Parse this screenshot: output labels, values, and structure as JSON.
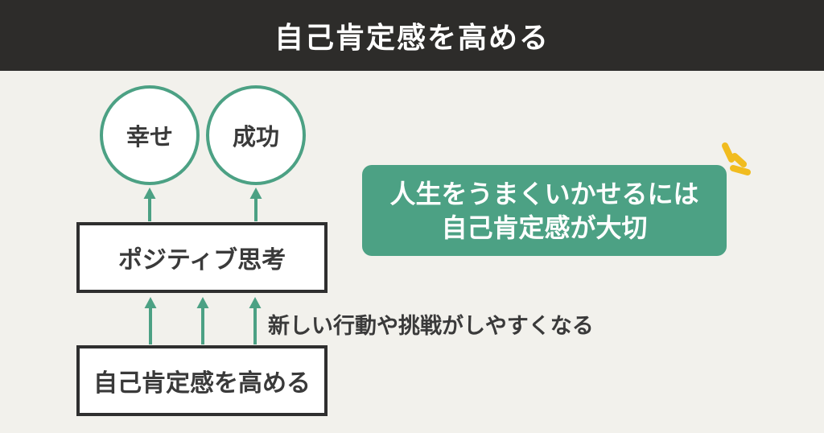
{
  "header": {
    "title": "自己肯定感を高める",
    "bg_color": "#2D2C2A",
    "text_color": "#FFFFFF"
  },
  "diagram": {
    "circles": [
      {
        "label": "幸せ"
      },
      {
        "label": "成功"
      }
    ],
    "positive_box": {
      "label": "ポジティブ思考"
    },
    "base_box": {
      "label": "自己肯定感を高める"
    },
    "arrow_note": "新しい行動や挑戦がしやすくなる",
    "arrow_count_bottom": 3,
    "arrow_count_top": 2
  },
  "callout": {
    "line1": "人生をうまくいかせるには",
    "line2": "自己肯定感が大切",
    "bg_color": "#4CA184",
    "text_color": "#FFFFFF"
  },
  "icons": {
    "emphasis": "sparkle-emphasis-icon"
  },
  "colors": {
    "background": "#F2F1EC",
    "arrow_green": "#4CA184",
    "box_border": "#2F2F2F",
    "accent_yellow": "#F1BC1F",
    "text_dark": "#3A3A3A"
  }
}
